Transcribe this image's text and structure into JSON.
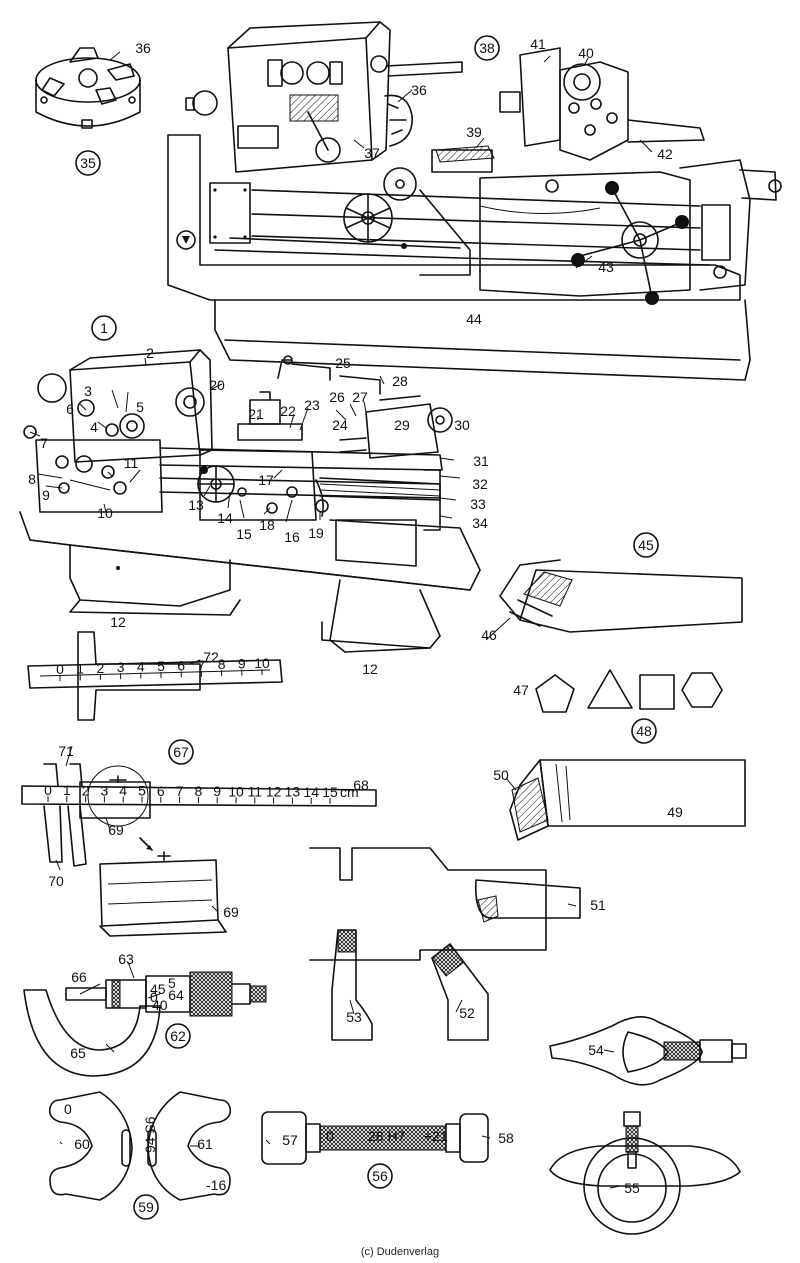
{
  "copyright": "(c) Dudenverlag",
  "labels": {
    "n1": "1",
    "n2": "2",
    "n3": "3",
    "n4": "4",
    "n5": "5",
    "n6": "6",
    "n7": "7",
    "n8": "8",
    "n9": "9",
    "n10": "10",
    "n11": "11",
    "n12a": "12",
    "n12b": "12",
    "n13": "13",
    "n14": "14",
    "n15": "15",
    "n16": "16",
    "n17": "17",
    "n18": "18",
    "n19": "19",
    "n20": "20",
    "n21": "21",
    "n22": "22",
    "n23": "23",
    "n24": "24",
    "n25": "25",
    "n26": "26",
    "n27": "27",
    "n28": "28",
    "n29": "29",
    "n30": "30",
    "n31": "31",
    "n32": "32",
    "n33": "33",
    "n34": "34",
    "n35": "35",
    "n36a": "36",
    "n36b": "36",
    "n37": "37",
    "n38": "38",
    "n39": "39",
    "n40": "40",
    "n41": "41",
    "n42": "42",
    "n43": "43",
    "n44": "44",
    "n45": "45",
    "n46": "46",
    "n47": "47",
    "n48": "48",
    "n49": "49",
    "n50": "50",
    "n51": "51",
    "n52": "52",
    "n53": "53",
    "n54": "54",
    "n55": "55",
    "n56": "56",
    "n57": "57",
    "n58": "58",
    "n59": "59",
    "n60": "60",
    "n61": "61",
    "n62": "62",
    "n63": "63",
    "n64": "64",
    "n65": "65",
    "n66": "66",
    "n67": "67",
    "n68": "68",
    "n69a": "69",
    "n69b": "69",
    "n70": "70",
    "n71": "71",
    "n72": "72"
  },
  "scale_marks": {
    "depth_gauge": [
      "0",
      "1",
      "2",
      "3",
      "4",
      "5",
      "6",
      "7",
      "8",
      "9",
      "10"
    ],
    "caliper_main": [
      "0",
      "1",
      "2",
      "3",
      "4",
      "5",
      "6",
      "7",
      "8",
      "9",
      "10",
      "11",
      "12",
      "13",
      "14",
      "15"
    ],
    "caliper_unit": "cm"
  },
  "gauge_text": {
    "plug": "28 H7",
    "plug_zero": "0",
    "plug_end": "+21",
    "snap_left": "0",
    "snap_center": "94 S6",
    "snap_right": "-16",
    "micrometer_5": "5",
    "micrometer_0": "0",
    "micrometer_45": "45",
    "micrometer_40": "40"
  }
}
